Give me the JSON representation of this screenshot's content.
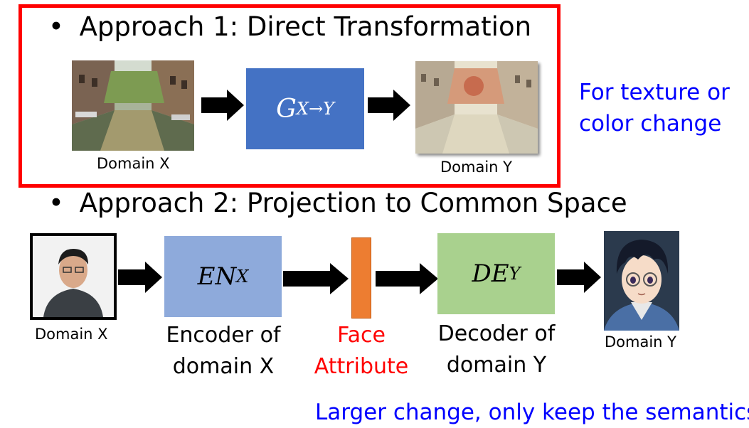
{
  "approach1": {
    "bullet": "•",
    "title": "Approach 1: Direct Transformation",
    "input_label": "Domain X",
    "generator": {
      "main": "G",
      "subscript": "X→Y"
    },
    "output_label": "Domain Y",
    "note_line1": "For texture or",
    "note_line2": "color change"
  },
  "approach2": {
    "bullet": "•",
    "title": "Approach 2: Projection to Common Space",
    "input_label": "Domain X",
    "encoder": {
      "main": "EN",
      "subscript": "X"
    },
    "encoder_caption_line1": "Encoder of",
    "encoder_caption_line2": "domain X",
    "latent_caption_line1": "Face",
    "latent_caption_line2": "Attribute",
    "decoder": {
      "main": "DE",
      "subscript": "Y"
    },
    "decoder_caption_line1": "Decoder of",
    "decoder_caption_line2": "domain Y",
    "output_label": "Domain Y"
  },
  "footer": {
    "text": "Larger change, only keep the semantics"
  },
  "colors": {
    "highlight_border": "#ff0000",
    "generator_box": "#4472c4",
    "encoder_box": "#8eaadb",
    "latent_box": "#ed7d31",
    "decoder_box": "#a9d18e",
    "note_text": "#0000ff",
    "face_attribute_text": "#ff0000"
  }
}
